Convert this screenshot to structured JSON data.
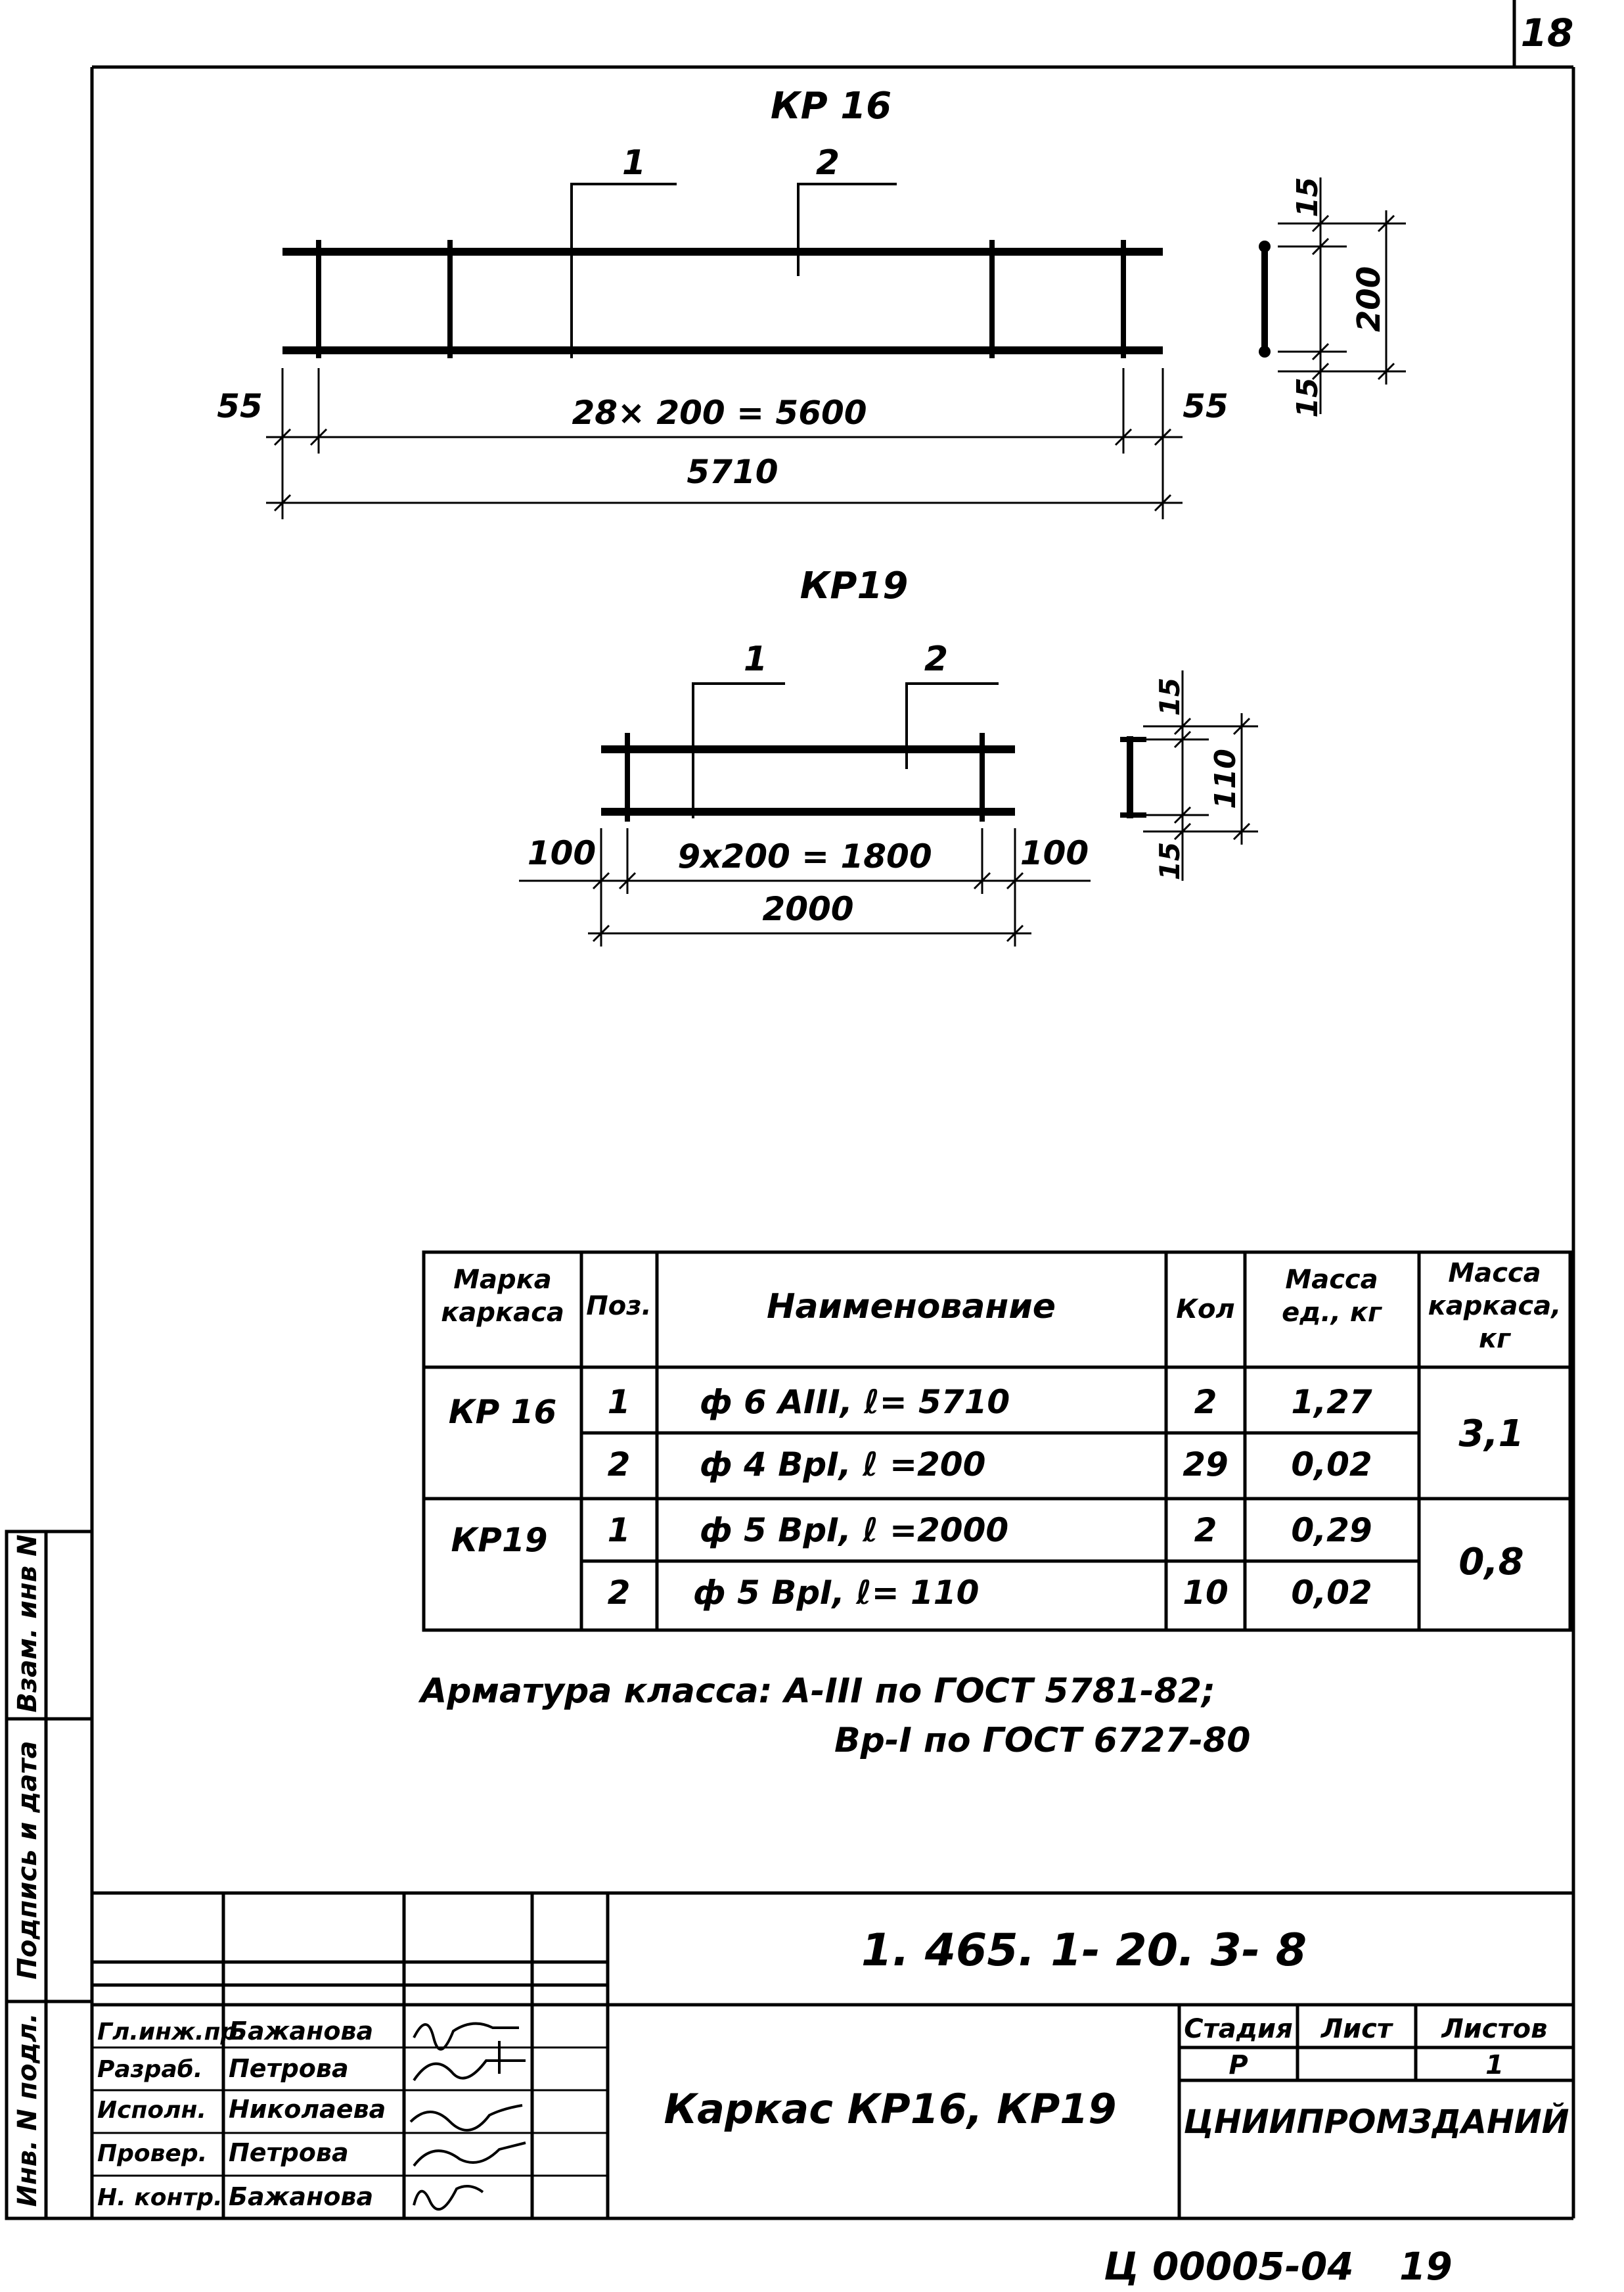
{
  "sheet": {
    "top_number": "18",
    "bottom_code": "Ц 00005-04",
    "bottom_number": "19"
  },
  "drawing_kr16": {
    "title": "КР 16",
    "pos1": "1",
    "pos2": "2",
    "dim_left": "55",
    "dim_right": "55",
    "dim_span": "28× 200 = 5600",
    "dim_total": "5710",
    "section_dim_top": "15",
    "section_dim_height": "200",
    "section_dim_bottom": "15"
  },
  "drawing_kr19": {
    "title": "КР19",
    "pos1": "1",
    "pos2": "2",
    "dim_left": "100",
    "dim_right": "100",
    "dim_span": "9х200 = 1800",
    "dim_total": "2000",
    "section_dim_top": "15",
    "section_dim_height": "110",
    "section_dim_bottom": "15"
  },
  "spec_table": {
    "headers": {
      "mark": [
        "Марка",
        "каркаса"
      ],
      "pos": "Поз.",
      "name": "Наименование",
      "qty": "Кол",
      "mass_one": [
        "Масса",
        "ед., кг"
      ],
      "mass_frame": [
        "Масса",
        "каркаса,",
        "кг"
      ]
    },
    "groups": [
      {
        "mark": "КР 16",
        "mass_frame": "3,1",
        "rows": [
          {
            "pos": "1",
            "name": "ф 6 АIII,   ℓ= 5710",
            "qty": "2",
            "mass": "1,27"
          },
          {
            "pos": "2",
            "name": "ф 4 ВрI,   ℓ =200",
            "qty": "29",
            "mass": "0,02"
          }
        ]
      },
      {
        "mark": "КР19",
        "mass_frame": "0,8",
        "rows": [
          {
            "pos": "1",
            "name": "ф 5 ВрI,   ℓ =2000",
            "qty": "2",
            "mass": "0,29"
          },
          {
            "pos": "2",
            "name": "ф 5 ВрI,   ℓ= 110",
            "qty": "10",
            "mass": "0,02"
          }
        ]
      }
    ]
  },
  "note": {
    "line1": "Арматура   класса: А-III   по   ГОСТ  5781-82;",
    "line2": "Вр-I   по   ГОСТ  6727-80"
  },
  "side_stamp": {
    "col1": "Инв. N подл.",
    "col2": "Подпись и дата",
    "col3": "Взам. инв N"
  },
  "title_block": {
    "doc_code": "1. 465. 1- 20. 3- 8",
    "title": "Каркас  КР16, КР19",
    "stage_label": "Стадия",
    "sheet_label": "Лист",
    "sheets_label": "Листов",
    "stage_value": "Р",
    "sheet_value": "",
    "sheets_value": "1",
    "org": "ЦНИИПРОМЗДАНИЙ",
    "roles": [
      {
        "role": "Гл.инж.пр.",
        "name": "Бажанова"
      },
      {
        "role": "Разраб.",
        "name": "Петрова"
      },
      {
        "role": "Исполн.",
        "name": "Николаева"
      },
      {
        "role": "Провер.",
        "name": "Петрова"
      },
      {
        "role": "Н. контр.",
        "name": "Бажанова"
      }
    ]
  }
}
